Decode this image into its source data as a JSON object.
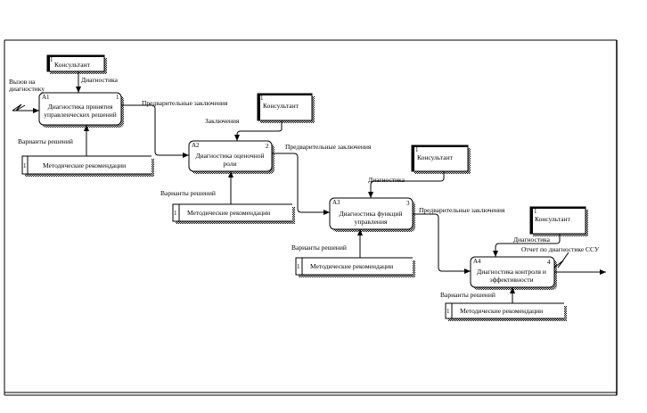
{
  "diagram": {
    "functions": [
      {
        "id": "1",
        "code": "A1",
        "label_line1": "Диагностика принятия",
        "label_line2": "управленческих решений"
      },
      {
        "id": "2",
        "code": "A2",
        "label_line1": "Диагностика оценочной",
        "label_line2": "роли"
      },
      {
        "id": "3",
        "code": "A3",
        "label_line1": "Диагностика функций",
        "label_line2": "управления"
      },
      {
        "id": "4",
        "code": "A4",
        "label_line1": "Диагностика контроля и",
        "label_line2": "эффективности"
      }
    ],
    "controls": [
      {
        "num": "1",
        "label": "Консультант"
      },
      {
        "num": "1",
        "label": "Консультант"
      },
      {
        "num": "1",
        "label": "Консультант"
      },
      {
        "num": "1",
        "label": "Консультант"
      }
    ],
    "mechanisms": [
      {
        "num": "1",
        "label": "Методические рекомендации"
      },
      {
        "num": "1",
        "label": "Методические рекомендации"
      },
      {
        "num": "1",
        "label": "Методические рекомендации"
      },
      {
        "num": "1",
        "label": "Методические рекомендации"
      }
    ],
    "arrows": {
      "call_line1": "Вызов на",
      "call_line2": "диагностику",
      "diagnostics": "Диагностика",
      "conclusions": "Заключения",
      "prelim1": "Предварительные заключения",
      "prelim2": "Предварительные заключения",
      "prelim3": "Предварительные заключения",
      "options1": "Варианты решений",
      "options2": "Варианты решений",
      "options3": "Варианты решений",
      "options4": "Варианты решений",
      "diag3": "Диагностика",
      "diag4": "Диагностика",
      "report": "Отчет по диагностике ССУ"
    }
  }
}
